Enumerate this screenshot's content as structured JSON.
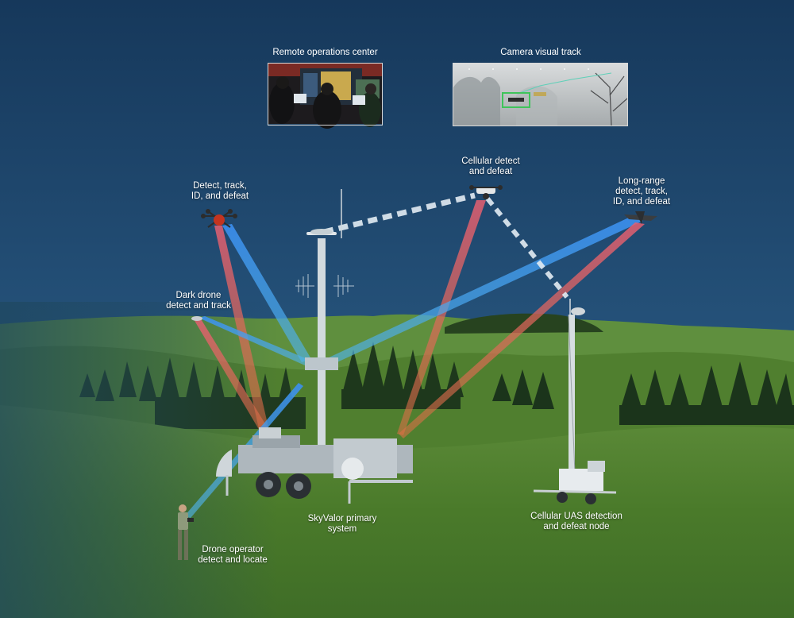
{
  "panels": {
    "remote_ops": {
      "title": "Remote operations center"
    },
    "camera": {
      "title": "Camera visual track"
    }
  },
  "labels": {
    "detect_track_id_defeat": "Detect, track,\nID, and defeat",
    "cellular_detect_defeat": "Cellular detect\nand defeat",
    "long_range": "Long-range\ndetect, track,\nID, and defeat",
    "dark_drone": "Dark drone\ndetect and track",
    "drone_operator": "Drone operator\ndetect and locate",
    "skyvalor": "SkyValor primary\nsystem",
    "cellular_node": "Cellular UAS detection\nand defeat node"
  },
  "colors": {
    "sky_top": "#163a5e",
    "sky_bottom": "#2f5f86",
    "grass": "#4d7a2c",
    "beam_red": "#e0596b",
    "beam_blue": "#3f95e6",
    "beam_white": "#e6eef5"
  }
}
